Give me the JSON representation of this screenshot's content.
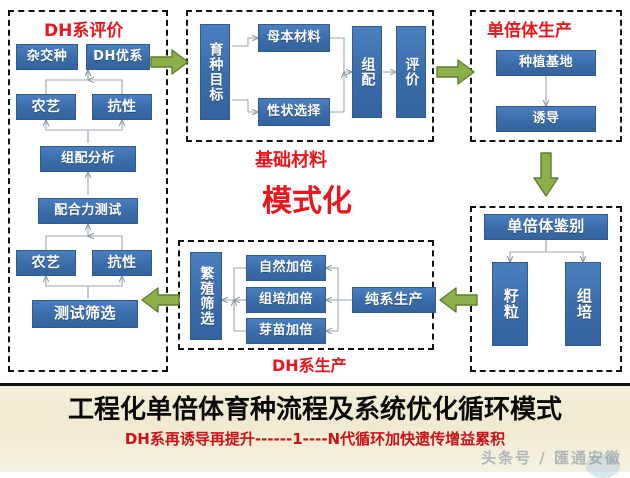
{
  "colors": {
    "box_blue": "#3a6ca9",
    "caption_red": "#e8161d",
    "arrow_green": "#8cb04a",
    "banner_bg": "#f1ecd6",
    "banner_title": "#0a0a0a",
    "banner_subtitle": "#cc1118"
  },
  "panels": {
    "dh_evaluation": {
      "caption": "DH系评价"
    },
    "base_material": {
      "caption": "基础材料"
    },
    "haploid_production": {
      "caption": "单倍体生产"
    },
    "haploid_identification": {
      "caption": ""
    },
    "dh_line_production": {
      "caption": "DH系生产"
    }
  },
  "center_label": "模式化",
  "boxes": {
    "hybrid": "杂交种",
    "dh_elite": "DH优系",
    "agronomy_top": "农艺",
    "resistance_top": "抗性",
    "combination_analysis": "组配分析",
    "combining_ability_test": "配合力测试",
    "agronomy_bottom": "农艺",
    "resistance_bottom": "抗性",
    "test_screening": "测试筛选",
    "breeding_goal": "育种目标",
    "parent_material": "母本材料",
    "trait_selection": "性状选择",
    "assembly": "组配",
    "evaluation": "评价",
    "planting_base": "种植基地",
    "induction": "诱导",
    "haploid_identification_box": "单倍体鉴别",
    "seed_grain": "籽粒",
    "tissue_culture": "组培",
    "propagation_screening": "繁殖筛选",
    "natural_doubling": "自然加倍",
    "tissue_culture_doubling": "组培加倍",
    "seedling_doubling": "芽苗加倍",
    "pure_line_production": "纯系生产"
  },
  "banner": {
    "title": "工程化单倍体育种流程及系统优化循环模式",
    "subtitle": "DH系再诱导再提升------1----N代循环加快遗传增益累积"
  },
  "watermark": "头条号 / 匯通安徽"
}
